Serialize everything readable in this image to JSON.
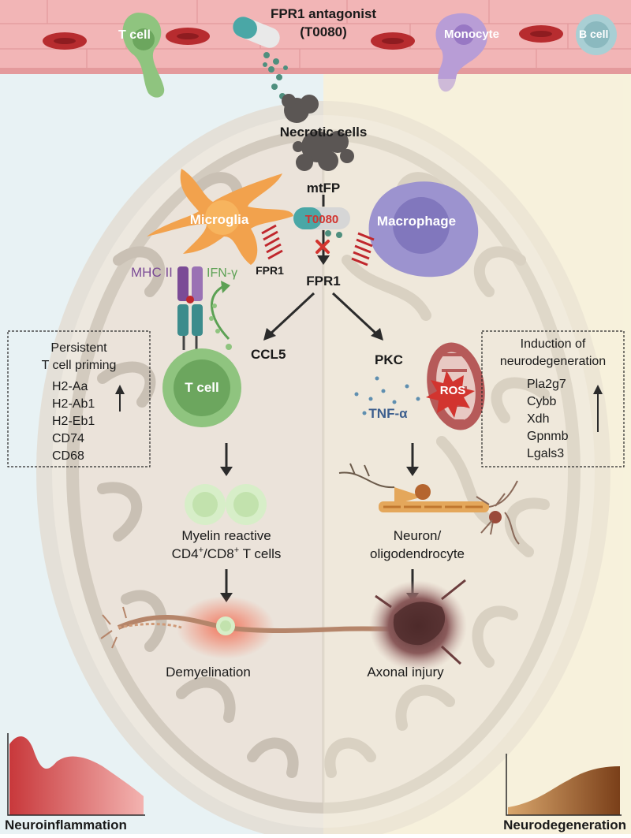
{
  "vessel": {
    "t_cell": "T cell",
    "antagonist_line1": "FPR1  antagonist",
    "antagonist_line2": "(T0080)",
    "monocyte": "Monocyte",
    "b_cell": "B cell"
  },
  "center": {
    "necrotic": "Necrotic cells",
    "mtfp": "mtFP",
    "t0080": "T0080",
    "fpr1": "FPR1",
    "microglia": "Microglia",
    "fpr1_small": "FPR1",
    "macrophage": "Macrophage",
    "mhc": "MHC II",
    "ifn": "IFN-γ"
  },
  "left_path": {
    "ccl5": "CCL5",
    "t_cell": "T cell",
    "myelin_line1": "Myelin reactive",
    "myelin_line2_a": "CD4",
    "myelin_line2_sup1": "+",
    "myelin_line2_b": "/CD8",
    "myelin_line2_sup2": "+",
    "myelin_line2_c": " T cells",
    "demyelination": "Demyelination"
  },
  "right_path": {
    "pkc": "PKC",
    "ros": "ROS",
    "tnf": "TNF-α",
    "neuron_line1": "Neuron/",
    "neuron_line2": "oligodendrocyte",
    "axonal": "Axonal injury"
  },
  "left_box": {
    "title_line1": "Persistent",
    "title_line2": "T cell priming",
    "genes": [
      "H2-Aa",
      "H2-Ab1",
      "H2-Eb1",
      "CD74",
      "CD68"
    ]
  },
  "right_box": {
    "title_line1": "Induction of",
    "title_line2": "neurodegeneration",
    "genes": [
      "Pla2g7",
      "Cybb",
      "Xdh",
      "Gpnmb",
      "Lgals3"
    ]
  },
  "bottom": {
    "left": "Neuroinflammation",
    "right": "Neurodegeneration"
  },
  "colors": {
    "left_bg": "#e8f2f4",
    "right_bg": "#f7f2dc",
    "vessel": "#f2b5b6",
    "microglia": "#f2a24d",
    "macrophage": "#9c93cf",
    "tcell": "#8fc47f",
    "inflammation": "#d9534f",
    "degeneration": "#9b5a2b"
  }
}
